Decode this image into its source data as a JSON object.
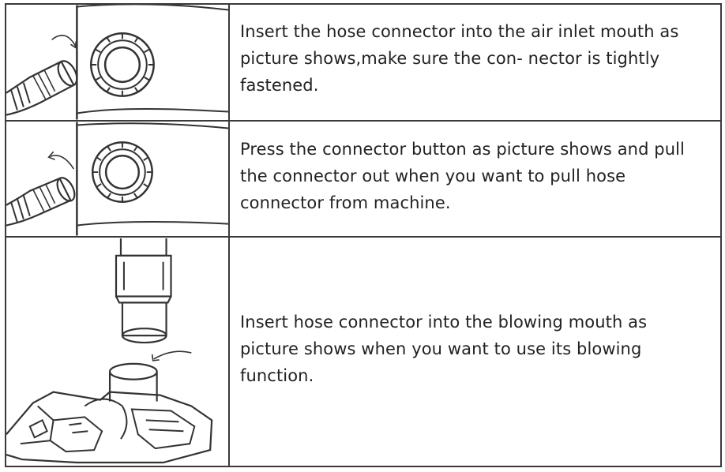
{
  "rows": [
    {
      "illustration": "hose-connector-insert-icon",
      "text": "Insert the hose connector into the air inlet mouth as picture shows,make sure the con- nector is tightly fastened."
    },
    {
      "illustration": "hose-connector-release-icon",
      "text": "Press the connector button as picture shows and pull the connector out when you want to pull hose connector from machine."
    },
    {
      "illustration": "blowing-mouth-insert-icon",
      "text": "Insert hose connector into the blowing mouth as picture shows when you want to use its blowing function."
    }
  ]
}
